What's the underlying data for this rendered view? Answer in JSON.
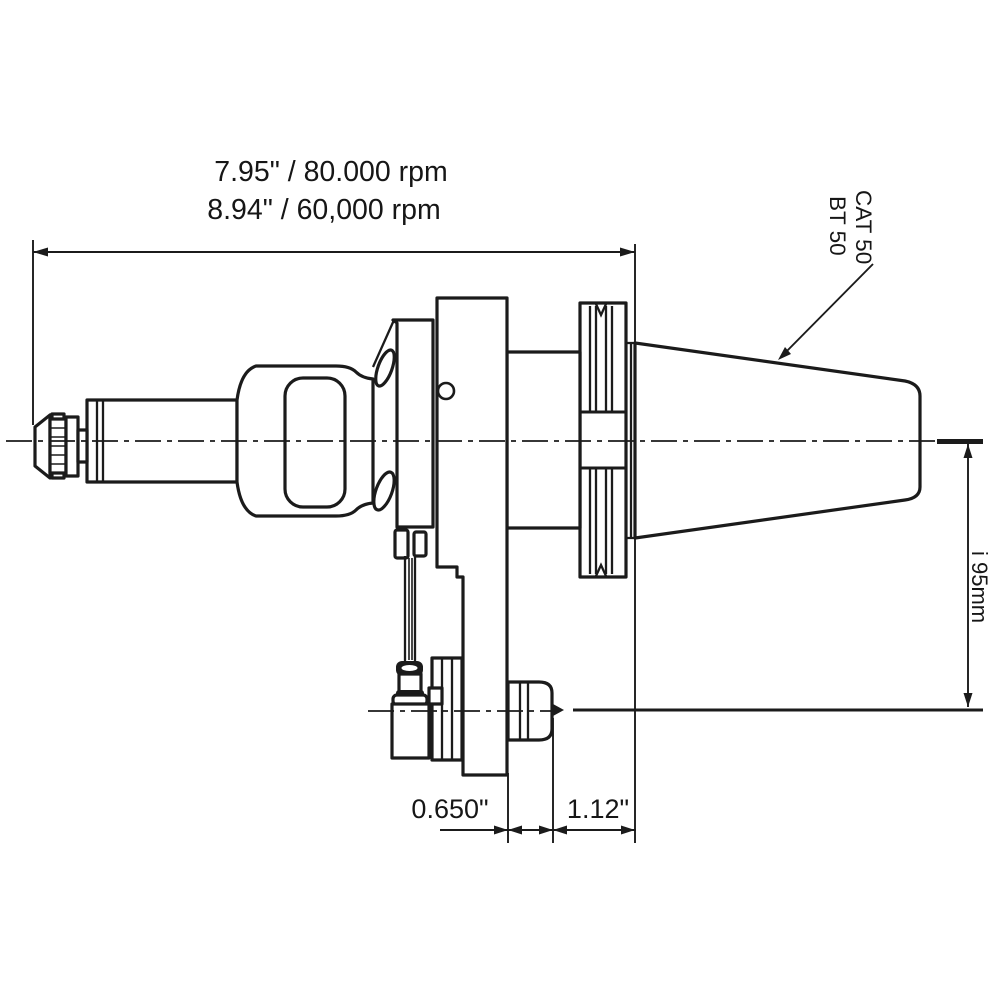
{
  "drawing": {
    "title_dimensions": {
      "line1": "7.95\" / 80.000 rpm",
      "line2": "8.94\" / 60,000 rpm"
    },
    "taper_label": {
      "line1": "CAT 50",
      "line2": "BT 50"
    },
    "offset_dimension_label": "i 95mm",
    "bottom_dimensions": {
      "left_label": "0.650\"",
      "right_label": "1.12\""
    },
    "colors": {
      "line": "#1b1b1b",
      "background": "#ffffff"
    }
  }
}
